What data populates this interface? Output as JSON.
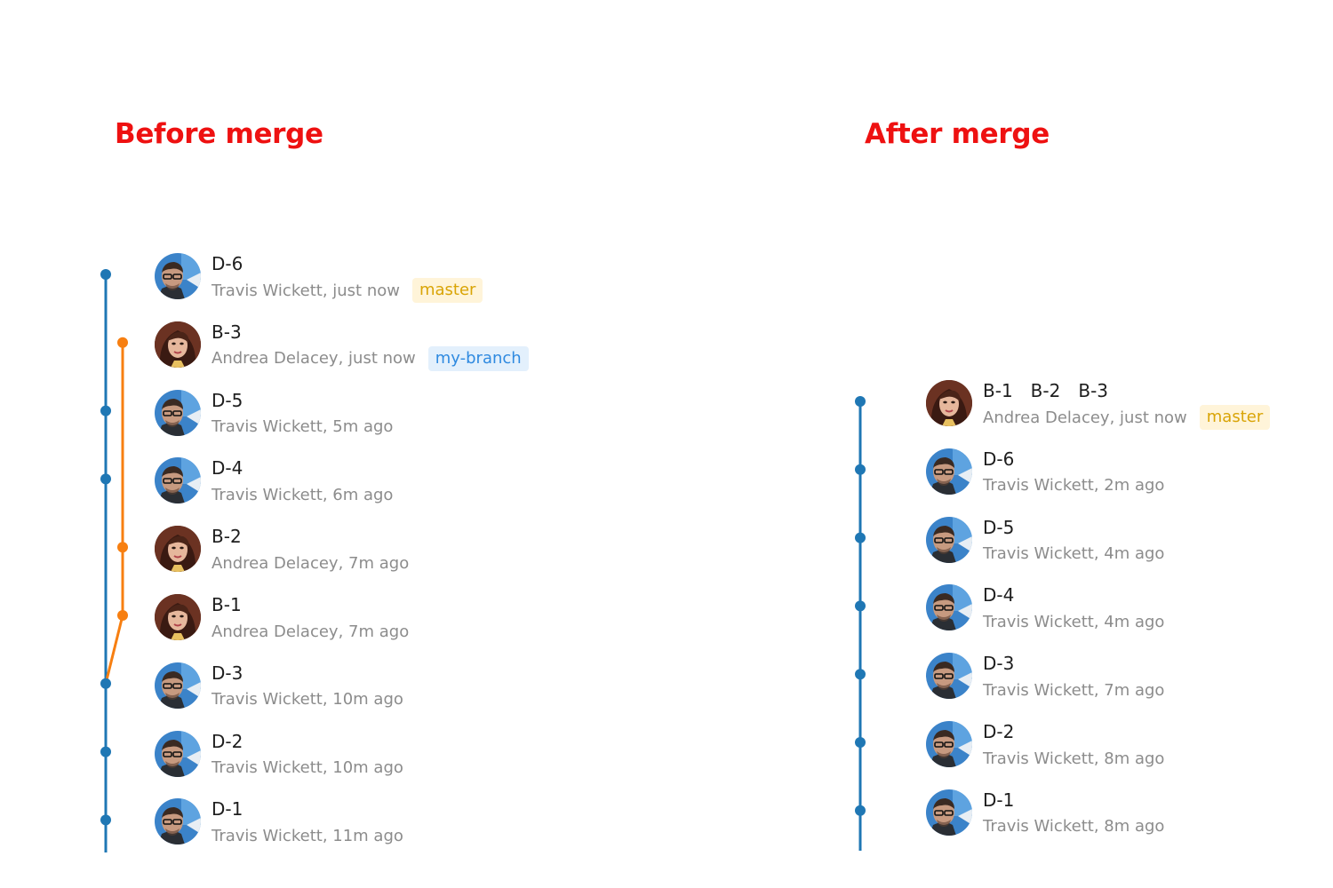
{
  "colors": {
    "heading": "#ee1111",
    "main_line": "#1f77b4",
    "branch_line": "#f77f11",
    "badge_master_bg": "#fff4d9",
    "badge_master_fg": "#d9a406",
    "badge_branch_bg": "#e3f0fc",
    "badge_branch_fg": "#2f8ae0"
  },
  "before": {
    "title": "Before merge",
    "commits": [
      {
        "id": "D-6",
        "author": "Travis Wickett",
        "time": "just now",
        "avatar": "travis-avatar",
        "lane": "main",
        "badge": {
          "label": "master",
          "kind": "master"
        }
      },
      {
        "id": "B-3",
        "author": "Andrea Delacey",
        "time": "just now",
        "avatar": "andrea-avatar",
        "lane": "branch",
        "badge": {
          "label": "my-branch",
          "kind": "branch"
        }
      },
      {
        "id": "D-5",
        "author": "Travis Wickett",
        "time": "5m ago",
        "avatar": "travis-avatar",
        "lane": "main"
      },
      {
        "id": "D-4",
        "author": "Travis Wickett",
        "time": "6m ago",
        "avatar": "travis-avatar",
        "lane": "main"
      },
      {
        "id": "B-2",
        "author": "Andrea Delacey",
        "time": "7m ago",
        "avatar": "andrea-avatar",
        "lane": "branch"
      },
      {
        "id": "B-1",
        "author": "Andrea Delacey",
        "time": "7m ago",
        "avatar": "andrea-avatar",
        "lane": "branch"
      },
      {
        "id": "D-3",
        "author": "Travis Wickett",
        "time": "10m ago",
        "avatar": "travis-avatar",
        "lane": "main"
      },
      {
        "id": "D-2",
        "author": "Travis Wickett",
        "time": "10m ago",
        "avatar": "travis-avatar",
        "lane": "main"
      },
      {
        "id": "D-1",
        "author": "Travis Wickett",
        "time": "11m ago",
        "avatar": "travis-avatar",
        "lane": "main"
      }
    ]
  },
  "after": {
    "title": "After merge",
    "commits": [
      {
        "id": "B-1",
        "extra_ids": [
          "B-2",
          "B-3"
        ],
        "author": "Andrea Delacey",
        "time": "just now",
        "avatar": "andrea-avatar",
        "lane": "main",
        "badge": {
          "label": "master",
          "kind": "master"
        }
      },
      {
        "id": "D-6",
        "author": "Travis Wickett",
        "time": "2m ago",
        "avatar": "travis-avatar",
        "lane": "main"
      },
      {
        "id": "D-5",
        "author": "Travis Wickett",
        "time": "4m ago",
        "avatar": "travis-avatar",
        "lane": "main"
      },
      {
        "id": "D-4",
        "author": "Travis Wickett",
        "time": "4m ago",
        "avatar": "travis-avatar",
        "lane": "main"
      },
      {
        "id": "D-3",
        "author": "Travis Wickett",
        "time": "7m ago",
        "avatar": "travis-avatar",
        "lane": "main"
      },
      {
        "id": "D-2",
        "author": "Travis Wickett",
        "time": "8m ago",
        "avatar": "travis-avatar",
        "lane": "main"
      },
      {
        "id": "D-1",
        "author": "Travis Wickett",
        "time": "8m ago",
        "avatar": "travis-avatar",
        "lane": "main"
      }
    ]
  }
}
